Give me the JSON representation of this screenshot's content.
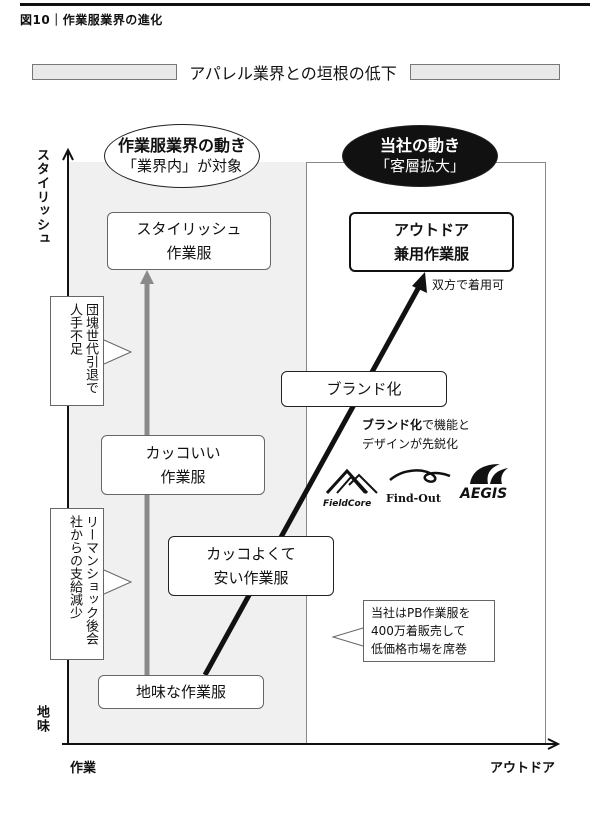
{
  "header": {
    "figure_label": "図10｜作業服業界の進化"
  },
  "banner": {
    "title": "アパレル業界との垣根の低下"
  },
  "left_ellipse": {
    "line1": "作業服業界の動き",
    "line2": "「業界内」が対象"
  },
  "right_ellipse": {
    "line1": "当社の動き",
    "line2": "「客層拡大」"
  },
  "y_axis": {
    "top_label": "スタイリッシュ",
    "bottom_label": "地味"
  },
  "x_axis": {
    "left_label": "作業",
    "right_label": "アウトドア"
  },
  "left_boxes": [
    {
      "line1": "スタイリッシュ",
      "line2": "作業服"
    },
    {
      "line1": "カッコいい",
      "line2": "作業服"
    }
  ],
  "stages": {
    "plain": "地味な作業服",
    "cool_cheap": {
      "line1": "カッコよくて",
      "line2": "安い作業服"
    },
    "brand": "ブランド化",
    "outdoor": {
      "line1": "アウトドア",
      "line2": "兼用作業服"
    }
  },
  "callouts": {
    "retire": "団塊世代引退で人手不足",
    "lehman": "リーマンショック後会社からの支給減少",
    "dual_use": "双方で着用可",
    "brand_note_bold": "ブランド化",
    "brand_note_rest1": "で機能と",
    "brand_note_rest2": "デザインが先鋭化",
    "pb_line1": "当社はPB作業服を",
    "pb_line2": "400万着販売して",
    "pb_line3": "低価格市場を席巻"
  },
  "logos": {
    "fieldcore": "FieldCore",
    "findout": "Find-Out",
    "aegis": "AEGIS"
  },
  "colors": {
    "panel_left": "#f0f0f0",
    "ellipse_black": "#111111",
    "arrow_gray": "#8a8a8a"
  }
}
